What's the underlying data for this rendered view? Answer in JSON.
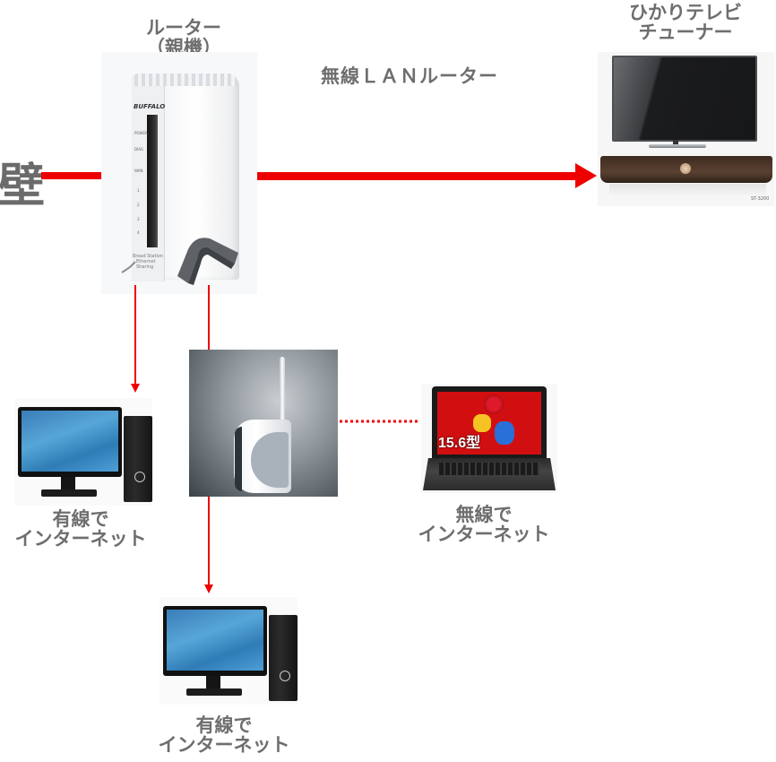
{
  "diagram": {
    "title_center": "無線ＬＡＮルーター",
    "wall_label": "壁",
    "colors": {
      "connection": "#ee0000",
      "label_text": "#6e6e6e"
    },
    "nodes": {
      "router_parent": {
        "label_lines": [
          "ルーター",
          "（親機）"
        ],
        "brand": "BUFFALO",
        "led_labels": [
          "POWER",
          "DIAG",
          "WAN",
          "1",
          "2",
          "3",
          "4"
        ],
        "model_lines": [
          "Broad Station",
          "Ethernet",
          "Sharing"
        ]
      },
      "hikari_tv_tuner": {
        "label_lines": [
          "ひかりテレビ",
          "チューナー"
        ],
        "model": "ST-3200"
      },
      "wired_pc_1": {
        "label_lines": [
          "有線で",
          "インターネット"
        ]
      },
      "wireless_router": {
        "label": ""
      },
      "laptop": {
        "screen_text": "15.6型",
        "label_lines": [
          "無線で",
          "インターネット"
        ]
      },
      "wired_pc_2": {
        "label_lines": [
          "有線で",
          "インターネット"
        ]
      }
    },
    "edges": [
      {
        "from": "wall",
        "to": "router_parent",
        "style": "solid-thick"
      },
      {
        "from": "router_parent",
        "to": "hikari_tv_tuner",
        "style": "solid-thick-arrow"
      },
      {
        "from": "router_parent",
        "to": "wired_pc_1",
        "style": "solid-thin-arrow"
      },
      {
        "from": "router_parent",
        "to": "wireless_router",
        "style": "solid-thin"
      },
      {
        "from": "wireless_router",
        "to": "wired_pc_2",
        "style": "solid-thin-arrow"
      },
      {
        "from": "wireless_router",
        "to": "laptop",
        "style": "dotted"
      }
    ]
  }
}
